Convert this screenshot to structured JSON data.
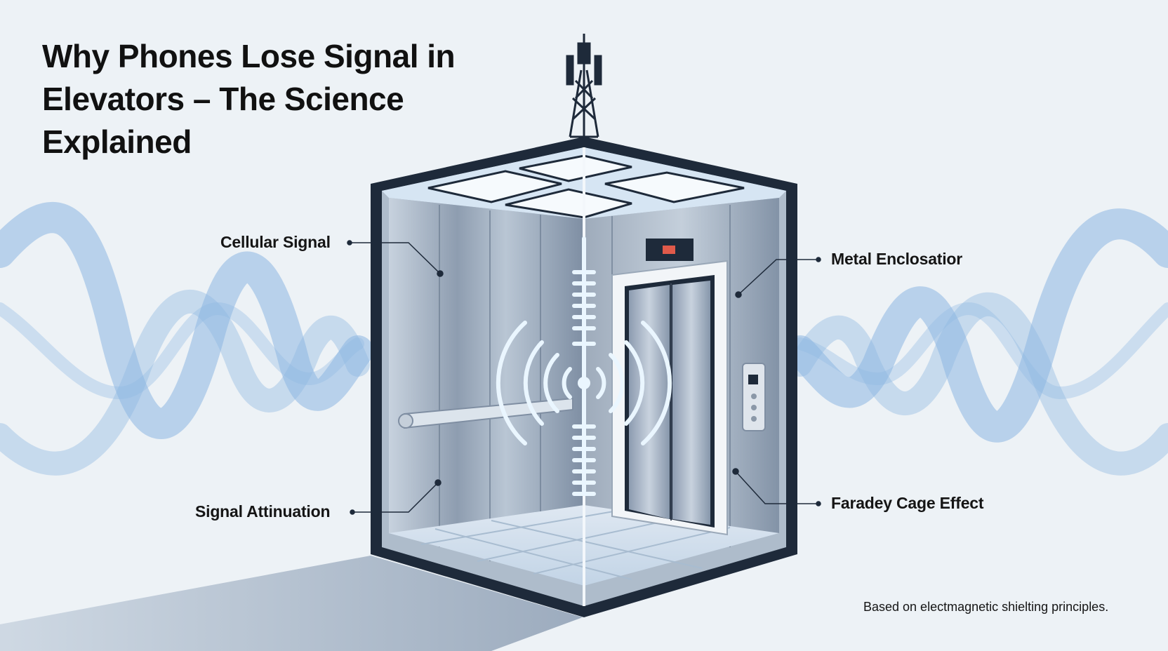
{
  "title": "Why Phones Lose Signal in Elevators – The Science Explained",
  "labels": {
    "cellular_signal": "Cellular Signal",
    "metal_enclosure": "Metal Enclosatior",
    "signal_attenuation": "Signal Attinuation",
    "faraday_cage": "Faradey Cage Effect"
  },
  "footnote": "Based on electmagnetic shielting principles.",
  "colors": {
    "background": "#edf2f6",
    "wave": "#8db6e2",
    "frame": "#1e2a3a",
    "indicator": "#e05a4a"
  }
}
